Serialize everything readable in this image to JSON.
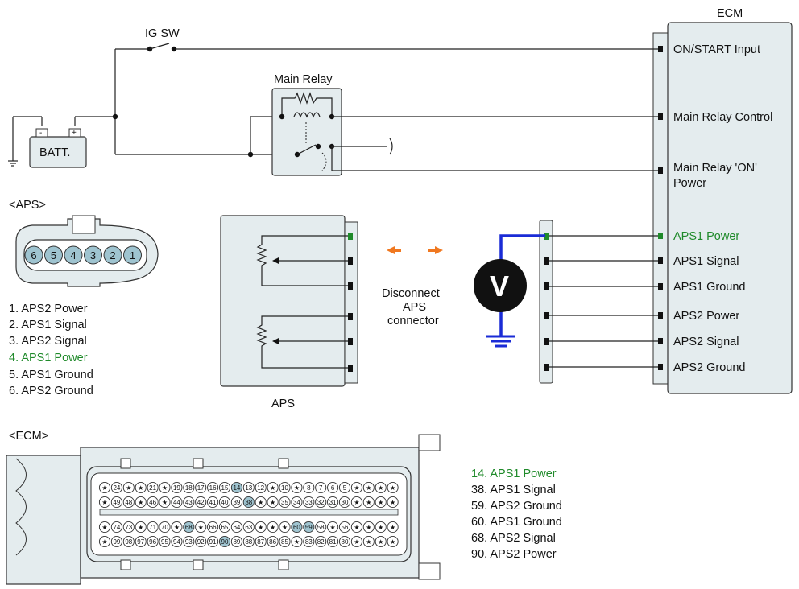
{
  "colors": {
    "highlight_green": "#1f8a2a",
    "probe_blue": "#1a2bd6",
    "disconnect_orange": "#f07820",
    "panel_fill": "#e4ecee",
    "pin_highlight": "#9fc4d0"
  },
  "labels": {
    "ecm_title": "ECM",
    "ig_sw": "IG SW",
    "main_relay": "Main Relay",
    "batt": "BATT.",
    "batt_neg": "-",
    "batt_pos": "+",
    "aps_conn_title": "<APS>",
    "aps_box_label": "APS",
    "ecm_conn_title": "<ECM>",
    "disconnect_l1": "Disconnect",
    "disconnect_l2": "APS",
    "disconnect_l3": "connector",
    "voltmeter": "V"
  },
  "ecm_terminals": [
    {
      "label": "ON/START Input",
      "highlight": false
    },
    {
      "label": "Main Relay Control",
      "highlight": false
    },
    {
      "label": "Main Relay 'ON'",
      "highlight": false
    },
    {
      "label": "Power",
      "highlight": false
    },
    {
      "label": "APS1 Power",
      "highlight": true
    },
    {
      "label": "APS1 Signal",
      "highlight": false
    },
    {
      "label": "APS1 Ground",
      "highlight": false
    },
    {
      "label": "APS2 Power",
      "highlight": false
    },
    {
      "label": "APS2 Signal",
      "highlight": false
    },
    {
      "label": "APS2 Ground",
      "highlight": false
    }
  ],
  "aps_pins": [
    "6",
    "5",
    "4",
    "3",
    "2",
    "1"
  ],
  "aps_legend": [
    {
      "text": "1. APS2 Power",
      "highlight": false
    },
    {
      "text": "2. APS1 Signal",
      "highlight": false
    },
    {
      "text": "3. APS2 Signal",
      "highlight": false
    },
    {
      "text": "4. APS1 Power",
      "highlight": true
    },
    {
      "text": "5. APS1 Ground",
      "highlight": false
    },
    {
      "text": "6. APS2 Ground",
      "highlight": false
    }
  ],
  "ecm_legend": [
    {
      "text": "14. APS1 Power",
      "highlight": true
    },
    {
      "text": "38. APS1 Signal",
      "highlight": false
    },
    {
      "text": "59. APS2 Ground",
      "highlight": false
    },
    {
      "text": "60. APS1 Ground",
      "highlight": false
    },
    {
      "text": "68. APS2 Signal",
      "highlight": false
    },
    {
      "text": "90. APS2 Power",
      "highlight": false
    }
  ],
  "ecm_pin_rows": [
    [
      "*",
      "24",
      "*",
      "*",
      "21",
      "*",
      "19",
      "18",
      "17",
      "16",
      "15",
      "14",
      "13",
      "12",
      "*",
      "10",
      "*",
      "8",
      "7",
      "6",
      "5",
      "*",
      "*",
      "*",
      "*"
    ],
    [
      "*",
      "49",
      "48",
      "*",
      "46",
      "*",
      "44",
      "43",
      "42",
      "41",
      "40",
      "39",
      "38",
      "*",
      "*",
      "35",
      "34",
      "33",
      "32",
      "31",
      "30",
      "*",
      "*",
      "*",
      "*"
    ],
    [
      "*",
      "74",
      "73",
      "*",
      "71",
      "70",
      "*",
      "68",
      "*",
      "66",
      "65",
      "64",
      "63",
      "*",
      "*",
      "*",
      "60",
      "59",
      "58",
      "*",
      "56",
      "*",
      "*",
      "*",
      "*"
    ],
    [
      "*",
      "99",
      "98",
      "97",
      "96",
      "95",
      "94",
      "93",
      "92",
      "91",
      "90",
      "89",
      "88",
      "87",
      "86",
      "85",
      "*",
      "83",
      "82",
      "81",
      "80",
      "*",
      "*",
      "*",
      "*"
    ]
  ],
  "ecm_pin_highlight": [
    "14",
    "38",
    "59",
    "60",
    "68",
    "90"
  ]
}
